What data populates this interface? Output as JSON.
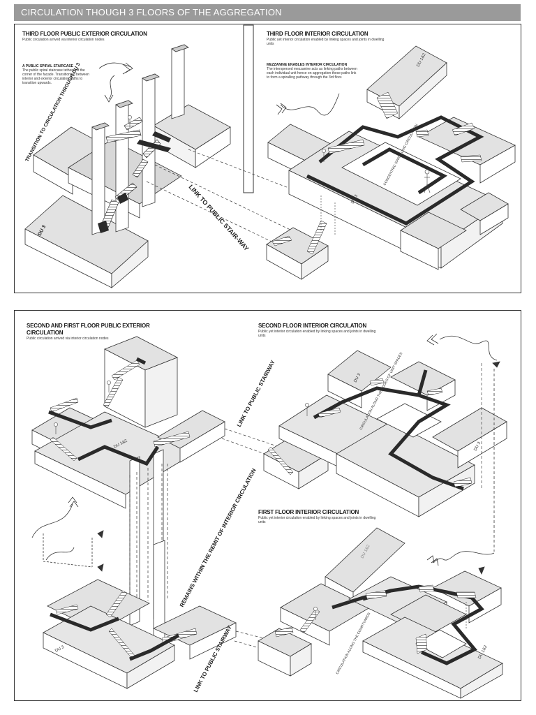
{
  "header": {
    "title": "CIRCULATION THOUGH 3 FLOORS OF THE AGGREGATION"
  },
  "top_left": {
    "title": "THIRD FLOOR PUBLIC EXTERIOR CIRCULATION",
    "subtitle": "Public circulation arrived via interior circulation nodes",
    "spiral_title": "A PUBLIC SPIRAL STAIRCASE",
    "spiral_text": "The public spiral staircase tethers off the corner of the facade. Transitioning between interior and exterior circulation paths to transition upwards.",
    "transition_label": "TRANSITION TO CIRCULATION THROUGH DU 3",
    "unit_label": "DU 3"
  },
  "top_right": {
    "title": "THIRD FLOOR INTERIOR CIRCULATION",
    "subtitle": "Public yet interior circulation enabled by linking spaces and joints in dwelling units",
    "mezz_title": "MEZZANINE ENABLES INTERIOR CIRCULATION",
    "mezz_text": "The interspersed mezzanine acts as linking paths between each individual unit hence on aggregation these paths link to form a spiralling pathway through the 3rd floor.",
    "unit_a": "DU 1&2",
    "unit_b": "DU 3",
    "spiral_label": "CONCENTRIC SPIRALLING CIRCULATION"
  },
  "top_link_label": "LINK TO PUBLIC STAIR-WAY",
  "bottom_left": {
    "title": "SECOND AND FIRST FLOOR PUBLIC EXTERIOR CIRCULATION",
    "subtitle": "Public circulation arrived via interior circulation nodes",
    "unit_upper": "DU 1&2",
    "unit_lower": "DU 3"
  },
  "bottom_right_second": {
    "title": "SECOND FLOOR INTERIOR CIRCULATION",
    "subtitle": "Public yet interior circulation enabled by linking spaces and joints in dwelling units",
    "unit_a": "DU 3",
    "unit_b": "DU 3",
    "edge_label": "CIRCULATION ALONG THE EDGES OF UNIT SPACES"
  },
  "bottom_right_first": {
    "title": "FIRST FLOOR INTERIOR CIRCULATION",
    "subtitle": "Public yet interior circulation enabled by linking spaces and joints in dwelling units",
    "unit_a": "DU 1&2",
    "unit_b": "DU 1&2",
    "court_label": "CIRCULATION ALONG THE COURTYARDS"
  },
  "link_second_label": "LINK TO PUBLIC STAIRWAY",
  "remains_label": "REMAINS WITHIN THE REMIT OF INTERIOR CIRCULATION",
  "link_first_label": "LINK TO PUBLIC STAIRWAY",
  "colors": {
    "header_bg": "#9a9a9a",
    "path": "#2a2a2a",
    "top_face": "#e2e2e2",
    "side_face": "#ffffff"
  }
}
